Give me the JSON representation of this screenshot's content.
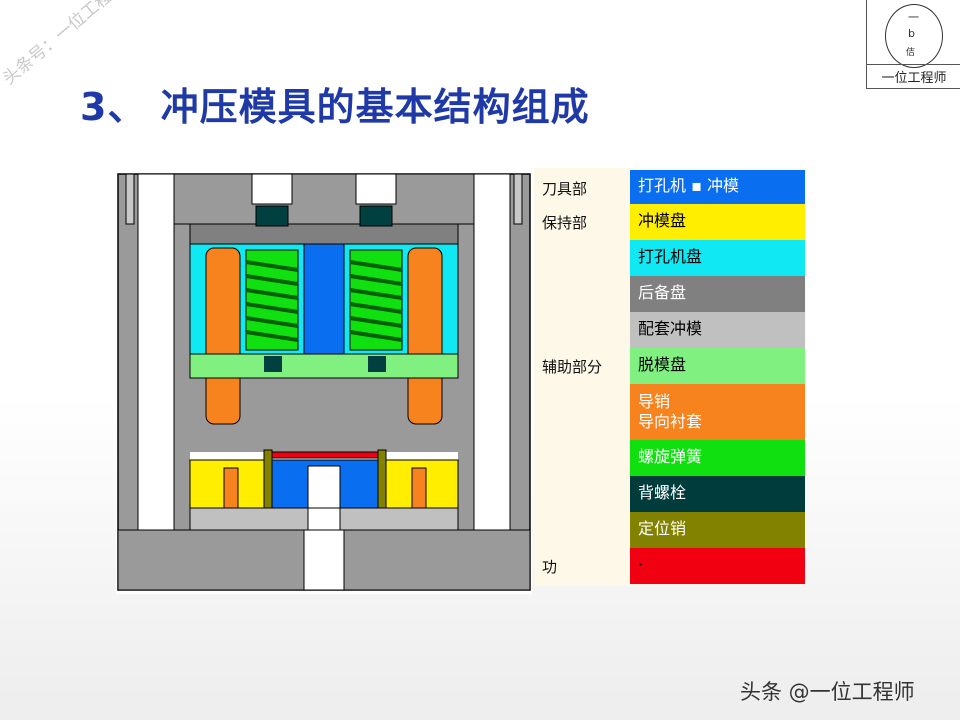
{
  "title": "3、 冲压模具的基本结构组成",
  "watermark_diagonal": "头条号：一位工程师",
  "logo": {
    "caption": "一位工程师",
    "glyph_top": "一",
    "glyph_mid": "b",
    "glyph_bottom": "佶"
  },
  "footer_watermark": "头条 @一位工程师",
  "legend": {
    "categories": [
      {
        "label": "刀具部"
      },
      {
        "label": "保持部"
      },
      {
        "label": "辅助部分"
      },
      {
        "label": "功"
      }
    ],
    "items": [
      {
        "label": "打孔机 ▪ 冲模",
        "color": "#0a6ef0",
        "text_color": "#ffffff"
      },
      {
        "label": "冲模盘",
        "color": "#ffee00",
        "text_color": "#000000"
      },
      {
        "label": "打孔机盘",
        "color": "#10e8f4",
        "text_color": "#000000"
      },
      {
        "label": "后备盘",
        "color": "#808080",
        "text_color": "#ffffff"
      },
      {
        "label": "配套冲模",
        "color": "#c0c0c0",
        "text_color": "#000000"
      },
      {
        "label": "脱模盘",
        "color": "#80f080",
        "text_color": "#000000"
      },
      {
        "label": "导销\n导向衬套",
        "color": "#f7831f",
        "text_color": "#ffffff"
      },
      {
        "label": "螺旋弹簧",
        "color": "#10e010",
        "text_color": "#ffffff"
      },
      {
        "label": "背螺栓",
        "color": "#003c3c",
        "text_color": "#ffffff"
      },
      {
        "label": "定位销",
        "color": "#828200",
        "text_color": "#ffffff"
      },
      {
        "label": "·",
        "color": "#f00010",
        "text_color": "#000000"
      }
    ]
  }
}
